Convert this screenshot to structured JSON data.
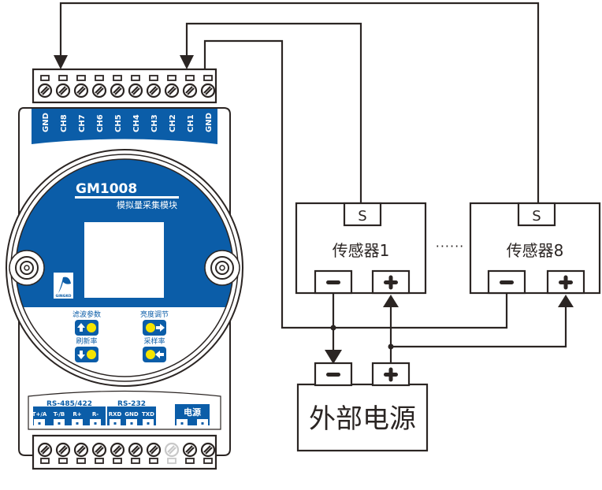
{
  "module": {
    "model": "GM1008",
    "subtitle": "模拟量采集模块",
    "logo_text": "GINGKO",
    "top_terminals": [
      "GND",
      "CH8",
      "CH7",
      "CH6",
      "CH5",
      "CH4",
      "CH3",
      "CH2",
      "CH1",
      "GND"
    ],
    "buttons": [
      {
        "label": "滤波参数",
        "icon": "arrow-up-icon"
      },
      {
        "label": "亮度调节",
        "icon": "arrow-right-icon"
      },
      {
        "label": "刷新率",
        "icon": "arrow-down-icon"
      },
      {
        "label": "采样率",
        "icon": "arrow-left-icon"
      }
    ],
    "bottom_groups": [
      {
        "title": "RS-485/422",
        "pins": [
          "T+/A",
          "T-/B",
          "R+",
          "R-"
        ]
      },
      {
        "title": "RS-232",
        "pins": [
          "RXD",
          "GND",
          "TXD"
        ]
      },
      {
        "title": "电源",
        "pins": []
      }
    ]
  },
  "sensors": [
    {
      "name": "传感器1",
      "signal": "S",
      "neg": "−",
      "pos": "+"
    },
    {
      "name": "传感器8",
      "signal": "S",
      "neg": "−",
      "pos": "+"
    }
  ],
  "ellipsis": "······",
  "power_supply": {
    "name": "外部电源",
    "neg": "−",
    "pos": "+"
  },
  "colors": {
    "module_blue": "#0b5da8",
    "led_yellow": "#f5e400",
    "line": "#2b2523"
  }
}
